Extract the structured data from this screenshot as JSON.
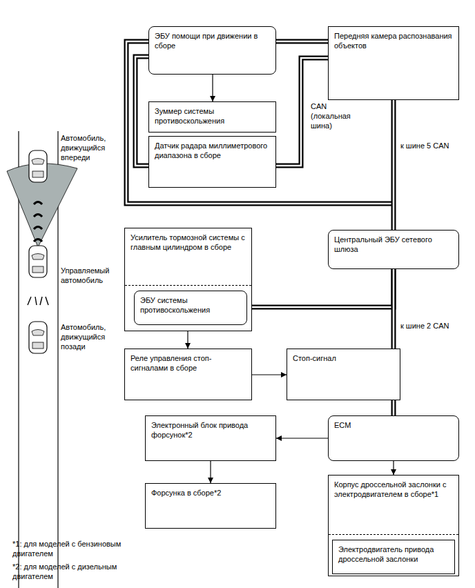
{
  "diagram": {
    "nodes": [
      {
        "text": [
          "ЭБУ помощи при движении в сборе"
        ]
      },
      {
        "text": [
          "Передняя камера распознавания объектов"
        ]
      },
      {
        "text": [
          "Зуммер системы противоскольжения"
        ]
      },
      {
        "text": [
          "Датчик радара миллиметрового диапазона в сборе"
        ]
      },
      {
        "text": [
          "Усилитель тормозной системы с главным цилиндром в сборе"
        ]
      },
      {
        "text": [
          "ЭБУ системы противоскольжения"
        ],
        "in": 4
      },
      {
        "text": [
          "Центральный ЭБУ сетевого шлюза"
        ]
      },
      {
        "text": [
          "Реле управления стоп-сигналами в сборе"
        ]
      },
      {
        "text": [
          "Стоп-сигнал"
        ]
      },
      {
        "text": [
          "Электронный блок привода форсунок*2"
        ]
      },
      {
        "text": [
          "ECM"
        ]
      },
      {
        "text": [
          "Форсунка в сборе*2"
        ]
      },
      {
        "text": [
          "Корпус дроссельной заслонки с электродвигателем в сборе*1"
        ]
      },
      {
        "text": [
          "Электродвигатель привода дроссельной заслонки"
        ],
        "in": 12
      }
    ],
    "edges": [
      {
        "from": 0,
        "to": 2,
        "arrow": "to"
      },
      {
        "from": 0,
        "to": 1,
        "arrow": "none"
      },
      {
        "from": 0,
        "to": 3,
        "arrow": "none"
      },
      {
        "from": 3,
        "to": 1,
        "arrow": "none"
      },
      {
        "from": 1,
        "to": 6,
        "arrow": "none"
      },
      {
        "from": 5,
        "to": 6,
        "arrow": "none"
      },
      {
        "from": 6,
        "to": 10,
        "arrow": "none"
      },
      {
        "from": 5,
        "to": 7,
        "arrow": "to"
      },
      {
        "from": 7,
        "to": 8,
        "arrow": "to"
      },
      {
        "from": 10,
        "to": 9,
        "arrow": "to"
      },
      {
        "from": 9,
        "to": 11,
        "arrow": "to"
      },
      {
        "from": 10,
        "to": 12,
        "arrow": "to"
      }
    ],
    "labels": [
      "Автомобиль, движущийся впереди",
      "Управляемый автомобиль",
      "Автомобиль, движущийся позади",
      "CAN (локальная шина)",
      "к шине 5 CAN",
      "к шине 2 CAN",
      "*1: для моделей с бензиновым двигателем",
      "*2: для моделей с дизельным двигателем"
    ]
  }
}
